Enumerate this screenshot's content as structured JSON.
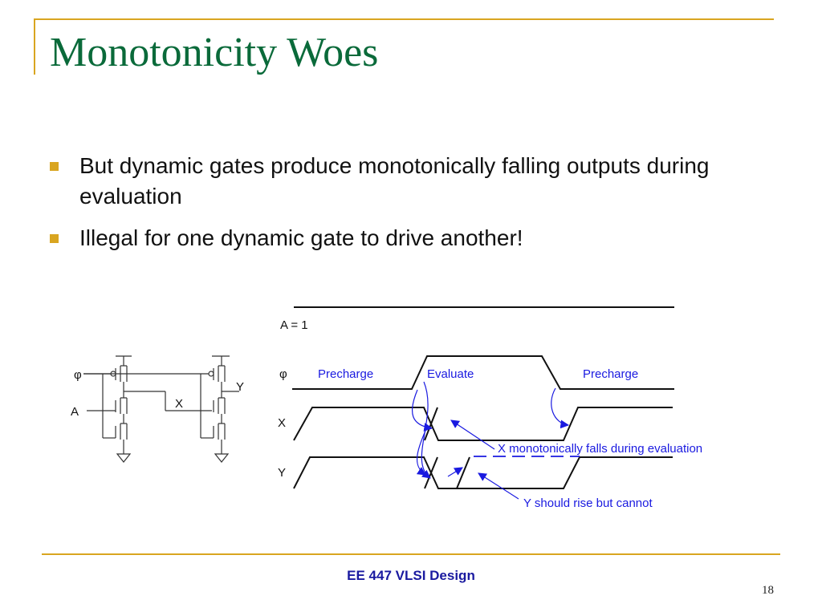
{
  "slide": {
    "title": "Monotonicity Woes",
    "bullets": [
      {
        "text": "But dynamic gates produce monotonically falling outputs during evaluation"
      },
      {
        "text": "Illegal for one dynamic gate to drive another!"
      }
    ],
    "footer": "EE 447 VLSI Design",
    "page_number": "18",
    "colors": {
      "accent": "#d9a520",
      "title": "#0a6a3a",
      "annotation": "#1a1ae0"
    }
  },
  "circuit": {
    "phi_label": "φ",
    "a_label": "A",
    "x_label": "X",
    "y_label": "Y"
  },
  "waveform": {
    "a_signal": "A = 1",
    "phi_label": "φ",
    "x_label": "X",
    "y_label": "Y",
    "phases": [
      "Precharge",
      "Evaluate",
      "Precharge"
    ],
    "annotation_x": "X monotonically falls during evaluation",
    "annotation_y": "Y should rise but cannot"
  }
}
